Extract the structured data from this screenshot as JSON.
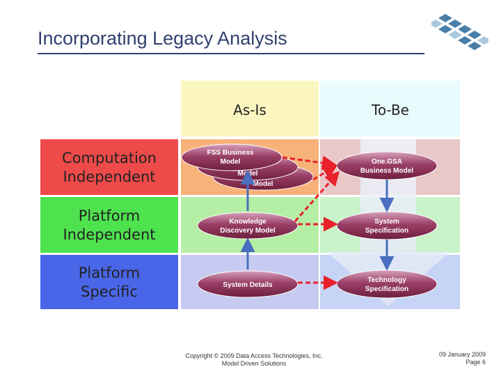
{
  "slide": {
    "title": "Incorporating Legacy Analysis"
  },
  "columns": {
    "as_is": "As-Is",
    "to_be": "To-Be"
  },
  "rows": {
    "computation": [
      "Computation",
      "Independent"
    ],
    "platform_independent": [
      "Platform",
      "Independent"
    ],
    "platform_specific": [
      "Platform",
      "Specific"
    ]
  },
  "as_is_nodes": {
    "fss_business_model": [
      "FSS Business",
      "Model"
    ],
    "stack_back_1": "Model",
    "stack_back_2": "Model",
    "knowledge_discovery_model": [
      "Knowledge",
      "Discovery Model"
    ],
    "system_details": "System Details"
  },
  "to_be_nodes": {
    "onegsa_business_model": [
      "One.GSA",
      "Business Model"
    ],
    "system_specification": [
      "System",
      "Specification"
    ],
    "technology_specification": [
      "Technology",
      "Specification"
    ]
  },
  "footer": {
    "copyright": "Copyright © 2009 Data Access Technologies, Inc.",
    "tagline": "Model Driven Solutions",
    "date": "09 January 2009",
    "page": "Page 6"
  },
  "colors": {
    "title": "#2f3f6f",
    "row_cim": "#ee4a4a",
    "row_pim": "#4fe24f",
    "row_psm": "#4a66e8",
    "header_as_is": "#fbf6bf",
    "header_to_be": "#e8fbfd",
    "node_fill": "#8a2f4e",
    "arrow_red": "#e8212a",
    "arrow_blue": "#4a6ec0"
  }
}
